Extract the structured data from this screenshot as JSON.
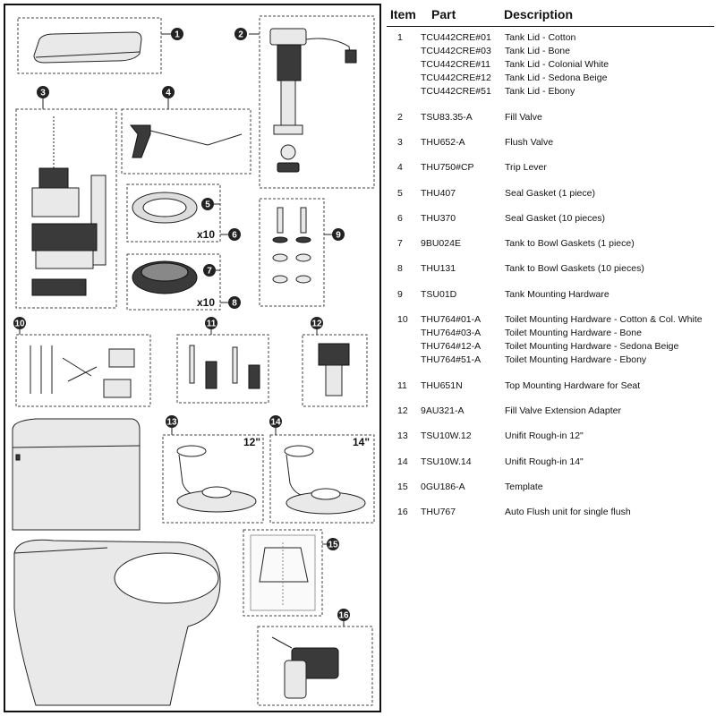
{
  "table": {
    "headers": {
      "item": "Item",
      "part": "Part",
      "description": "Description"
    },
    "rows": [
      {
        "item": "1",
        "lines": [
          {
            "part": "TCU442CRE#01",
            "desc": "Tank Lid - Cotton"
          },
          {
            "part": "TCU442CRE#03",
            "desc": "Tank Lid - Bone"
          },
          {
            "part": "TCU442CRE#11",
            "desc": "Tank Lid - Colonial White"
          },
          {
            "part": "TCU442CRE#12",
            "desc": "Tank Lid - Sedona Beige"
          },
          {
            "part": "TCU442CRE#51",
            "desc": "Tank Lid - Ebony"
          }
        ]
      },
      {
        "item": "2",
        "lines": [
          {
            "part": "TSU83.35-A",
            "desc": "Fill Valve"
          }
        ]
      },
      {
        "item": "3",
        "lines": [
          {
            "part": "THU652-A",
            "desc": "Flush Valve"
          }
        ]
      },
      {
        "item": "4",
        "lines": [
          {
            "part": "THU750#CP",
            "desc": "Trip Lever"
          }
        ]
      },
      {
        "item": "5",
        "lines": [
          {
            "part": "THU407",
            "desc": "Seal Gasket (1 piece)"
          }
        ]
      },
      {
        "item": "6",
        "lines": [
          {
            "part": "THU370",
            "desc": "Seal Gasket (10 pieces)"
          }
        ]
      },
      {
        "item": "7",
        "lines": [
          {
            "part": "9BU024E",
            "desc": "Tank to Bowl Gaskets (1 piece)"
          }
        ]
      },
      {
        "item": "8",
        "lines": [
          {
            "part": "THU131",
            "desc": "Tank to Bowl Gaskets (10 pieces)"
          }
        ]
      },
      {
        "item": "9",
        "lines": [
          {
            "part": "TSU01D",
            "desc": "Tank Mounting Hardware"
          }
        ]
      },
      {
        "item": "10",
        "lines": [
          {
            "part": "THU764#01-A",
            "desc": "Toilet Mounting Hardware - Cotton & Col. White"
          },
          {
            "part": "THU764#03-A",
            "desc": "Toilet Mounting Hardware - Bone"
          },
          {
            "part": "THU764#12-A",
            "desc": "Toilet Mounting Hardware - Sedona Beige"
          },
          {
            "part": "THU764#51-A",
            "desc": "Toilet Mounting Hardware - Ebony"
          }
        ]
      },
      {
        "item": "11",
        "lines": [
          {
            "part": "THU651N",
            "desc": "Top Mounting Hardware for Seat"
          }
        ]
      },
      {
        "item": "12",
        "lines": [
          {
            "part": "9AU321-A",
            "desc": "Fill Valve Extension Adapter"
          }
        ]
      },
      {
        "item": "13",
        "lines": [
          {
            "part": "TSU10W.12",
            "desc": "Unifit Rough-in 12\""
          }
        ]
      },
      {
        "item": "14",
        "lines": [
          {
            "part": "TSU10W.14",
            "desc": "Unifit Rough-in 14\""
          }
        ]
      },
      {
        "item": "15",
        "lines": [
          {
            "part": "0GU186-A",
            "desc": "Template"
          }
        ]
      },
      {
        "item": "16",
        "lines": [
          {
            "part": "THU767",
            "desc": "Auto Flush unit for single flush"
          }
        ]
      }
    ]
  },
  "diagram": {
    "badges": [
      "1",
      "2",
      "3",
      "4",
      "5",
      "6",
      "7",
      "8",
      "9",
      "10",
      "11",
      "12",
      "13",
      "14",
      "15",
      "16"
    ],
    "multipliers": {
      "gasket_seal": "x10",
      "gasket_bowl": "x10"
    },
    "rough_in": {
      "unit_12": "12\"",
      "unit_14": "14\""
    }
  }
}
